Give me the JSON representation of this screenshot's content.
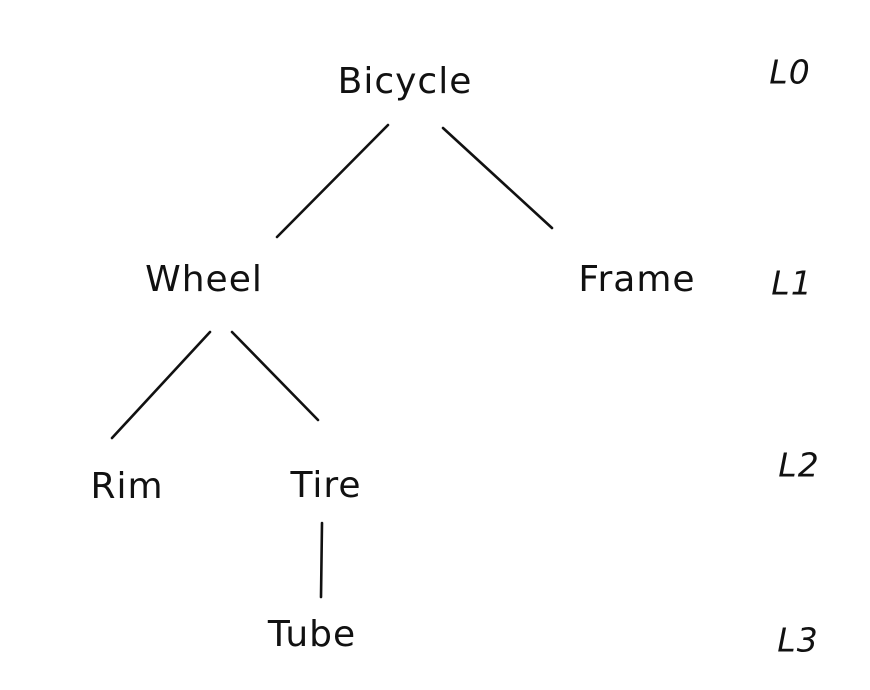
{
  "diagram": {
    "type": "tree",
    "root": "Bicycle",
    "nodes": [
      {
        "id": "bicycle",
        "label": "Bicycle",
        "level": "L0"
      },
      {
        "id": "wheel",
        "label": "Wheel",
        "level": "L1"
      },
      {
        "id": "frame",
        "label": "Frame",
        "level": "L1"
      },
      {
        "id": "rim",
        "label": "Rim",
        "level": "L2"
      },
      {
        "id": "tire",
        "label": "Tire",
        "level": "L2"
      },
      {
        "id": "tube",
        "label": "Tube",
        "level": "L3"
      }
    ],
    "edges": [
      {
        "from": "bicycle",
        "to": "wheel"
      },
      {
        "from": "bicycle",
        "to": "frame"
      },
      {
        "from": "wheel",
        "to": "rim"
      },
      {
        "from": "wheel",
        "to": "tire"
      },
      {
        "from": "tire",
        "to": "tube"
      }
    ],
    "level_labels": [
      {
        "label": "L0"
      },
      {
        "label": "L1"
      },
      {
        "label": "L2"
      },
      {
        "label": "L3"
      }
    ]
  },
  "colors": {
    "ink": "#111111",
    "background": "#ffffff"
  }
}
